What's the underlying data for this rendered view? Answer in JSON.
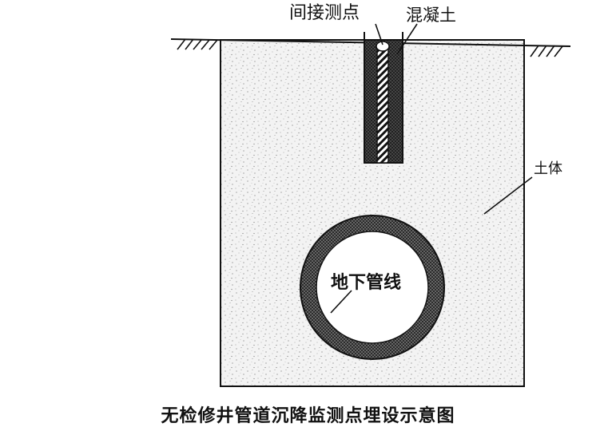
{
  "diagram": {
    "labels": {
      "indirect_point": "间接测点",
      "concrete": "混凝土",
      "soil": "土体",
      "pipeline": "地下管线"
    },
    "caption": "无检修井管道沉降监测点埋设示意图",
    "colors": {
      "ink": "#111111",
      "soil_fill": "#f2f2f2",
      "pipe_ring": "#3a3a3a",
      "concrete_fill": "#2f2f2f"
    }
  }
}
